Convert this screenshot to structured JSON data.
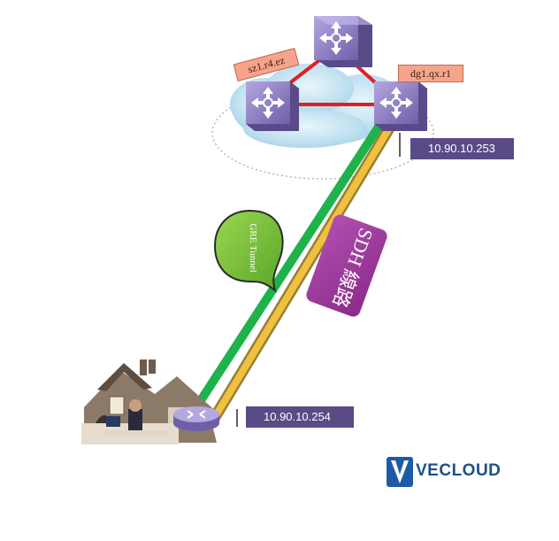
{
  "nodes": {
    "router_left_name": "sz1.r4.ez",
    "router_right_name": "dg1.qx.r1"
  },
  "addresses": {
    "core_ip": "10.90.10.253",
    "branch_ip": "10.90.10.254"
  },
  "links": {
    "gre_callout": "GRE Tunnel",
    "sdh_badge": "SDH 線路"
  },
  "brand": {
    "logo_text": "VECLOUD",
    "colors": {
      "gre_tunnel": "#1db34a",
      "sdh_line": "#d4a020",
      "ip_label_bg": "#5a4a86",
      "router_body": "#8a7ac0",
      "core_link": "#e02020",
      "cloud": "#bfe0f0"
    }
  },
  "icons": [
    "router-icon",
    "building-icon",
    "cloud-icon",
    "callout-icon",
    "vecloud-logo"
  ]
}
